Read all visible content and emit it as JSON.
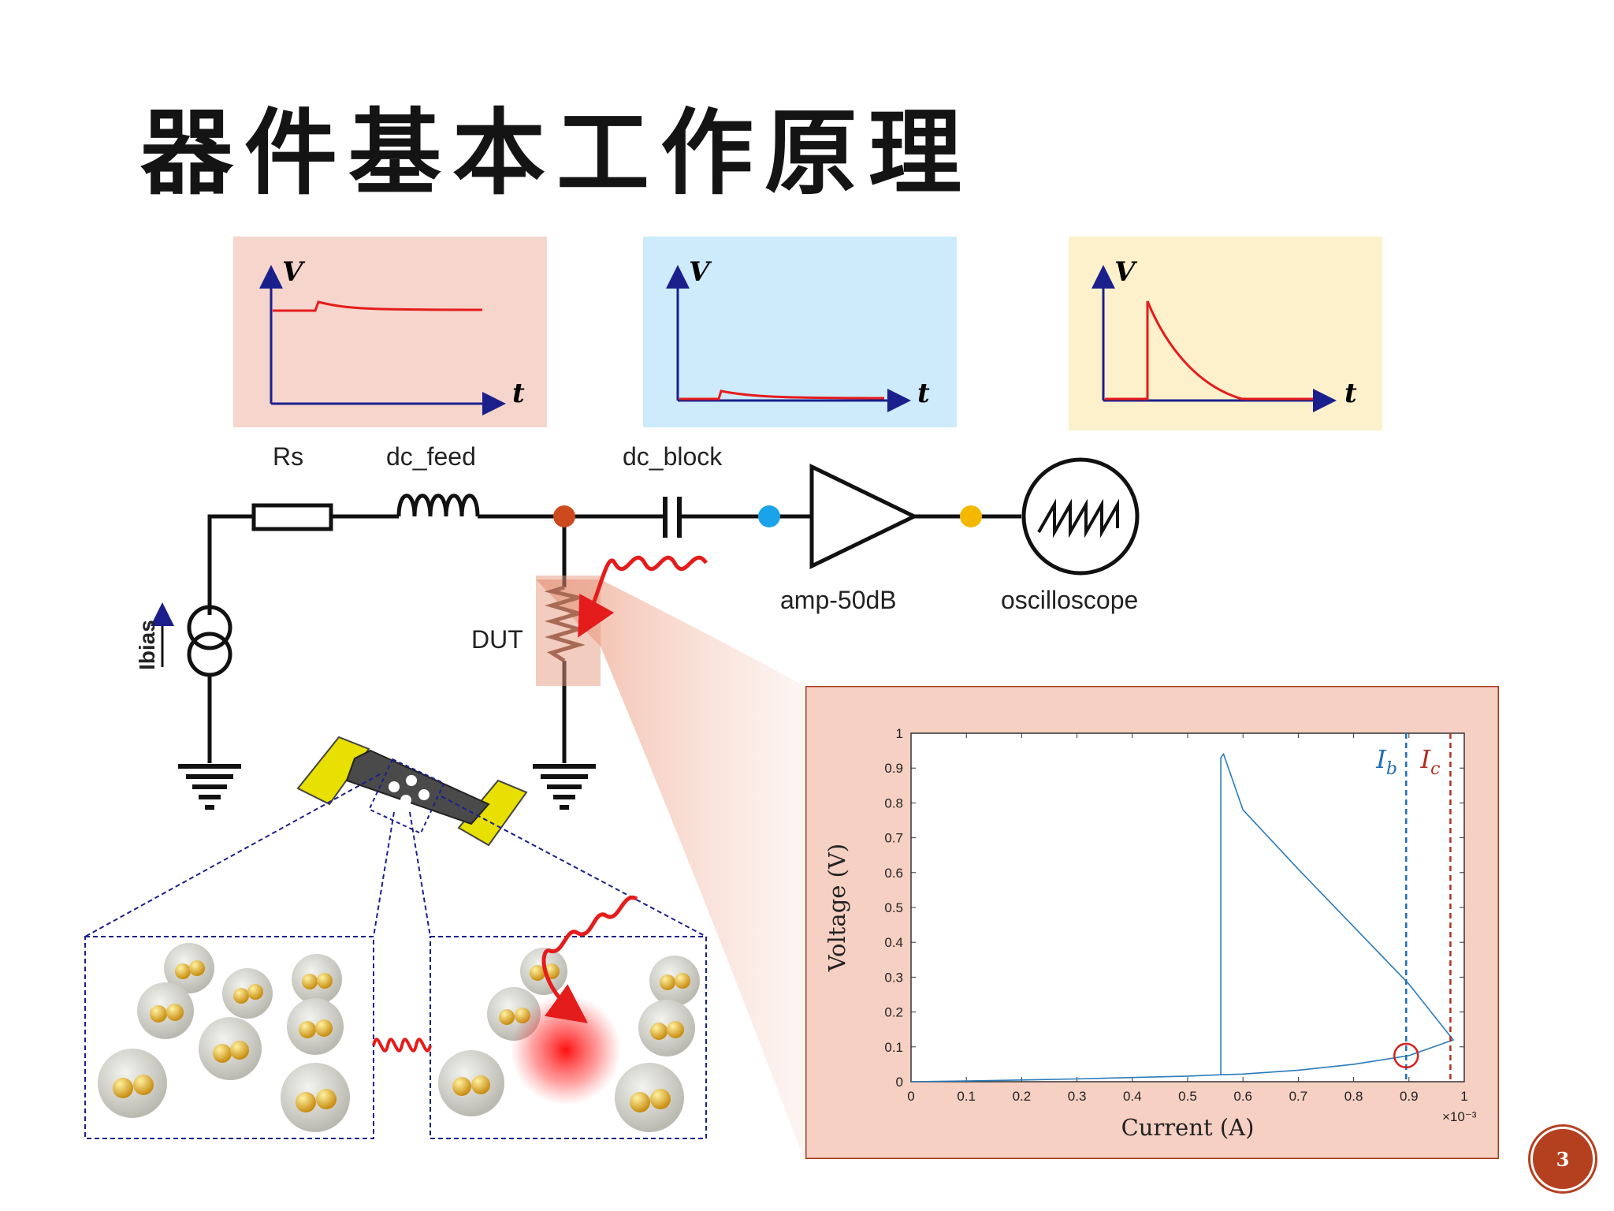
{
  "slide": {
    "title": "器件基本工作原理",
    "page_number": "3"
  },
  "waveforms": {
    "v_label": "V",
    "t_label": "t",
    "panel_colors": [
      "#f5d5cc",
      "#cdebfa",
      "#fdf1cc"
    ]
  },
  "circuit": {
    "labels": {
      "rs": "Rs",
      "dc_feed": "dc_feed",
      "dc_block": "dc_block",
      "amp": "amp-50dB",
      "oscilloscope": "oscilloscope",
      "dut": "DUT",
      "ibias": "Ibias"
    },
    "node_colors": {
      "dut_node": "#cc4a1d",
      "amp_in": "#1aa3e8",
      "amp_out": "#f5b800"
    }
  },
  "chart_data": {
    "type": "line",
    "xlabel": "Current (A)",
    "ylabel": "Voltage (V)",
    "x_multiplier": "×10⁻³",
    "xlim": [
      0,
      1
    ],
    "ylim": [
      0,
      1
    ],
    "x_ticks": [
      "0",
      "0.1",
      "0.2",
      "0.3",
      "0.4",
      "0.5",
      "0.6",
      "0.7",
      "0.8",
      "0.9",
      "1"
    ],
    "y_ticks": [
      "0",
      "0.1",
      "0.2",
      "0.3",
      "0.4",
      "0.5",
      "0.6",
      "0.7",
      "0.8",
      "0.9",
      "1"
    ],
    "series": [
      {
        "color": "#2b7bba",
        "x": [
          0,
          0.1,
          0.2,
          0.3,
          0.4,
          0.5,
          0.56,
          0.6,
          0.7,
          0.8,
          0.9,
          0.98,
          0.9,
          0.8,
          0.7,
          0.6,
          0.565,
          0.56,
          0.56
        ],
        "y": [
          0,
          0.002,
          0.005,
          0.008,
          0.012,
          0.016,
          0.02,
          0.022,
          0.033,
          0.05,
          0.075,
          0.12,
          0.28,
          0.445,
          0.61,
          0.78,
          0.94,
          0.93,
          0.02
        ]
      }
    ],
    "markers": [
      {
        "label": "I",
        "sub": "b",
        "x": 0.895,
        "color": "#1f6fb5"
      },
      {
        "label": "I",
        "sub": "c",
        "x": 0.975,
        "color": "#b03020"
      }
    ],
    "highlight": {
      "x": 0.895,
      "y": 0.075,
      "color": "#d42020"
    }
  }
}
